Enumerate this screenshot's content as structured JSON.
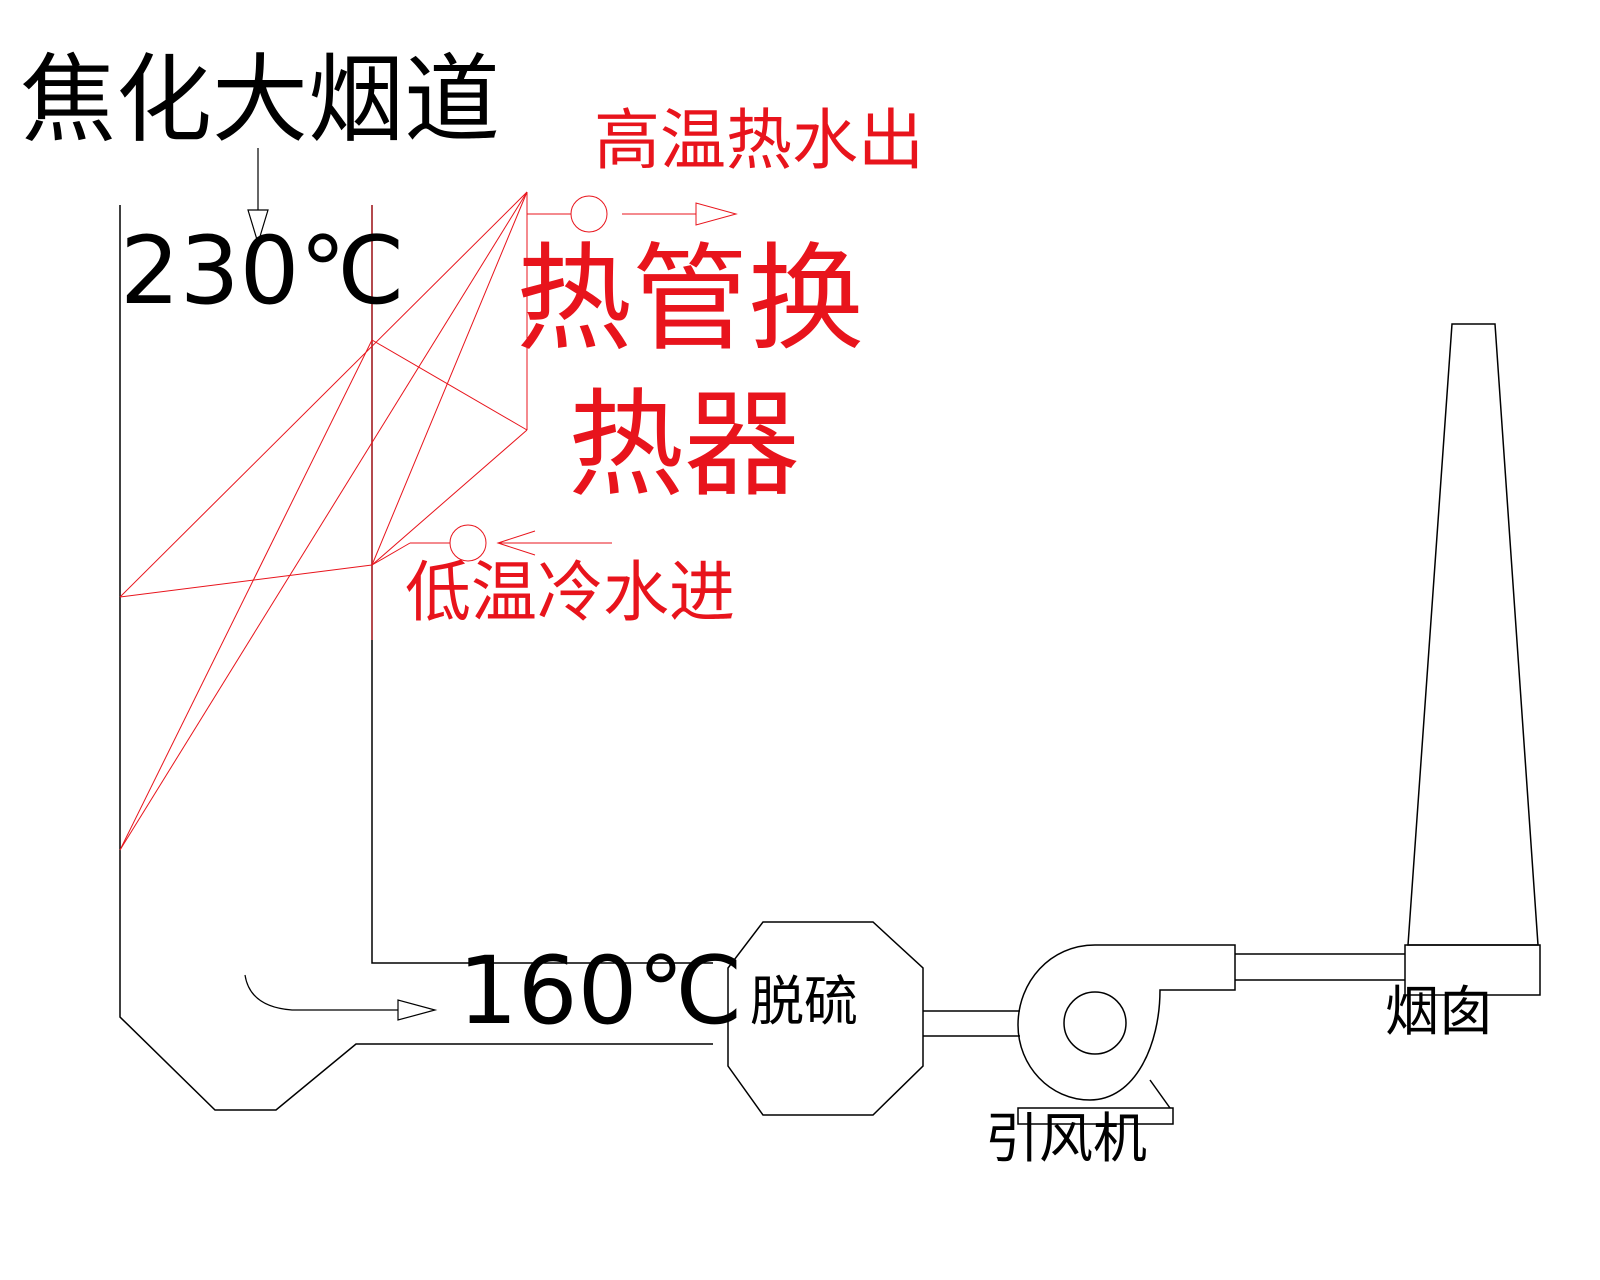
{
  "labels": {
    "main_flue": "焦化大烟道",
    "inlet_temp": "230℃",
    "hot_water_out": "高温热水出",
    "heat_exchanger_line1": "热管换",
    "heat_exchanger_line2": "热器",
    "cold_water_in": "低温冷水进",
    "outlet_temp": "160℃",
    "desulfurization": "脱硫",
    "induced_draft_fan": "引风机",
    "chimney": "烟囱"
  },
  "colors": {
    "line": "#000000",
    "accent": "#e8141c"
  }
}
